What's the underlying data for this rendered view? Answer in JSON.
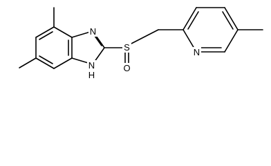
{
  "molecule": {
    "atoms": {
      "n_imidazole_top": "N",
      "n_imidazole_nh": "N",
      "h_imidazole_nh": "H",
      "sulfur": "S",
      "oxygen": "O",
      "n_pyridine": "N"
    }
  },
  "colors": {
    "bond": "#000000",
    "label": "#000000",
    "background": "#ffffff"
  }
}
